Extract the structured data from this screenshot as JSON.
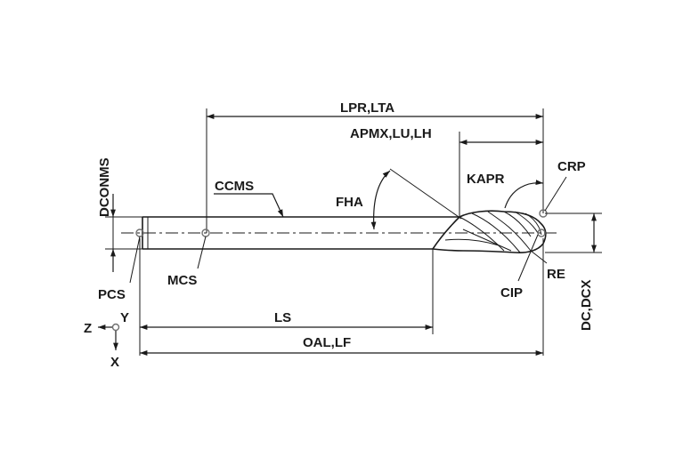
{
  "labels": {
    "lpr_lta": "LPR,LTA",
    "apmx_lu_lh": "APMX,LU,LH",
    "kapr": "KAPR",
    "crp": "CRP",
    "dconms": "DCONMS",
    "ccms": "CCMS",
    "fha": "FHA",
    "pcs": "PCS",
    "mcs": "MCS",
    "cip": "CIP",
    "re": "RE",
    "dc_dcx": "DC,DCX",
    "ls": "LS",
    "oal_lf": "OAL,LF",
    "axis_z": "Z",
    "axis_y": "Y",
    "axis_x": "X"
  },
  "colors": {
    "ink": "#1a1a1a",
    "reference_point": "#707070",
    "background": "#ffffff"
  }
}
